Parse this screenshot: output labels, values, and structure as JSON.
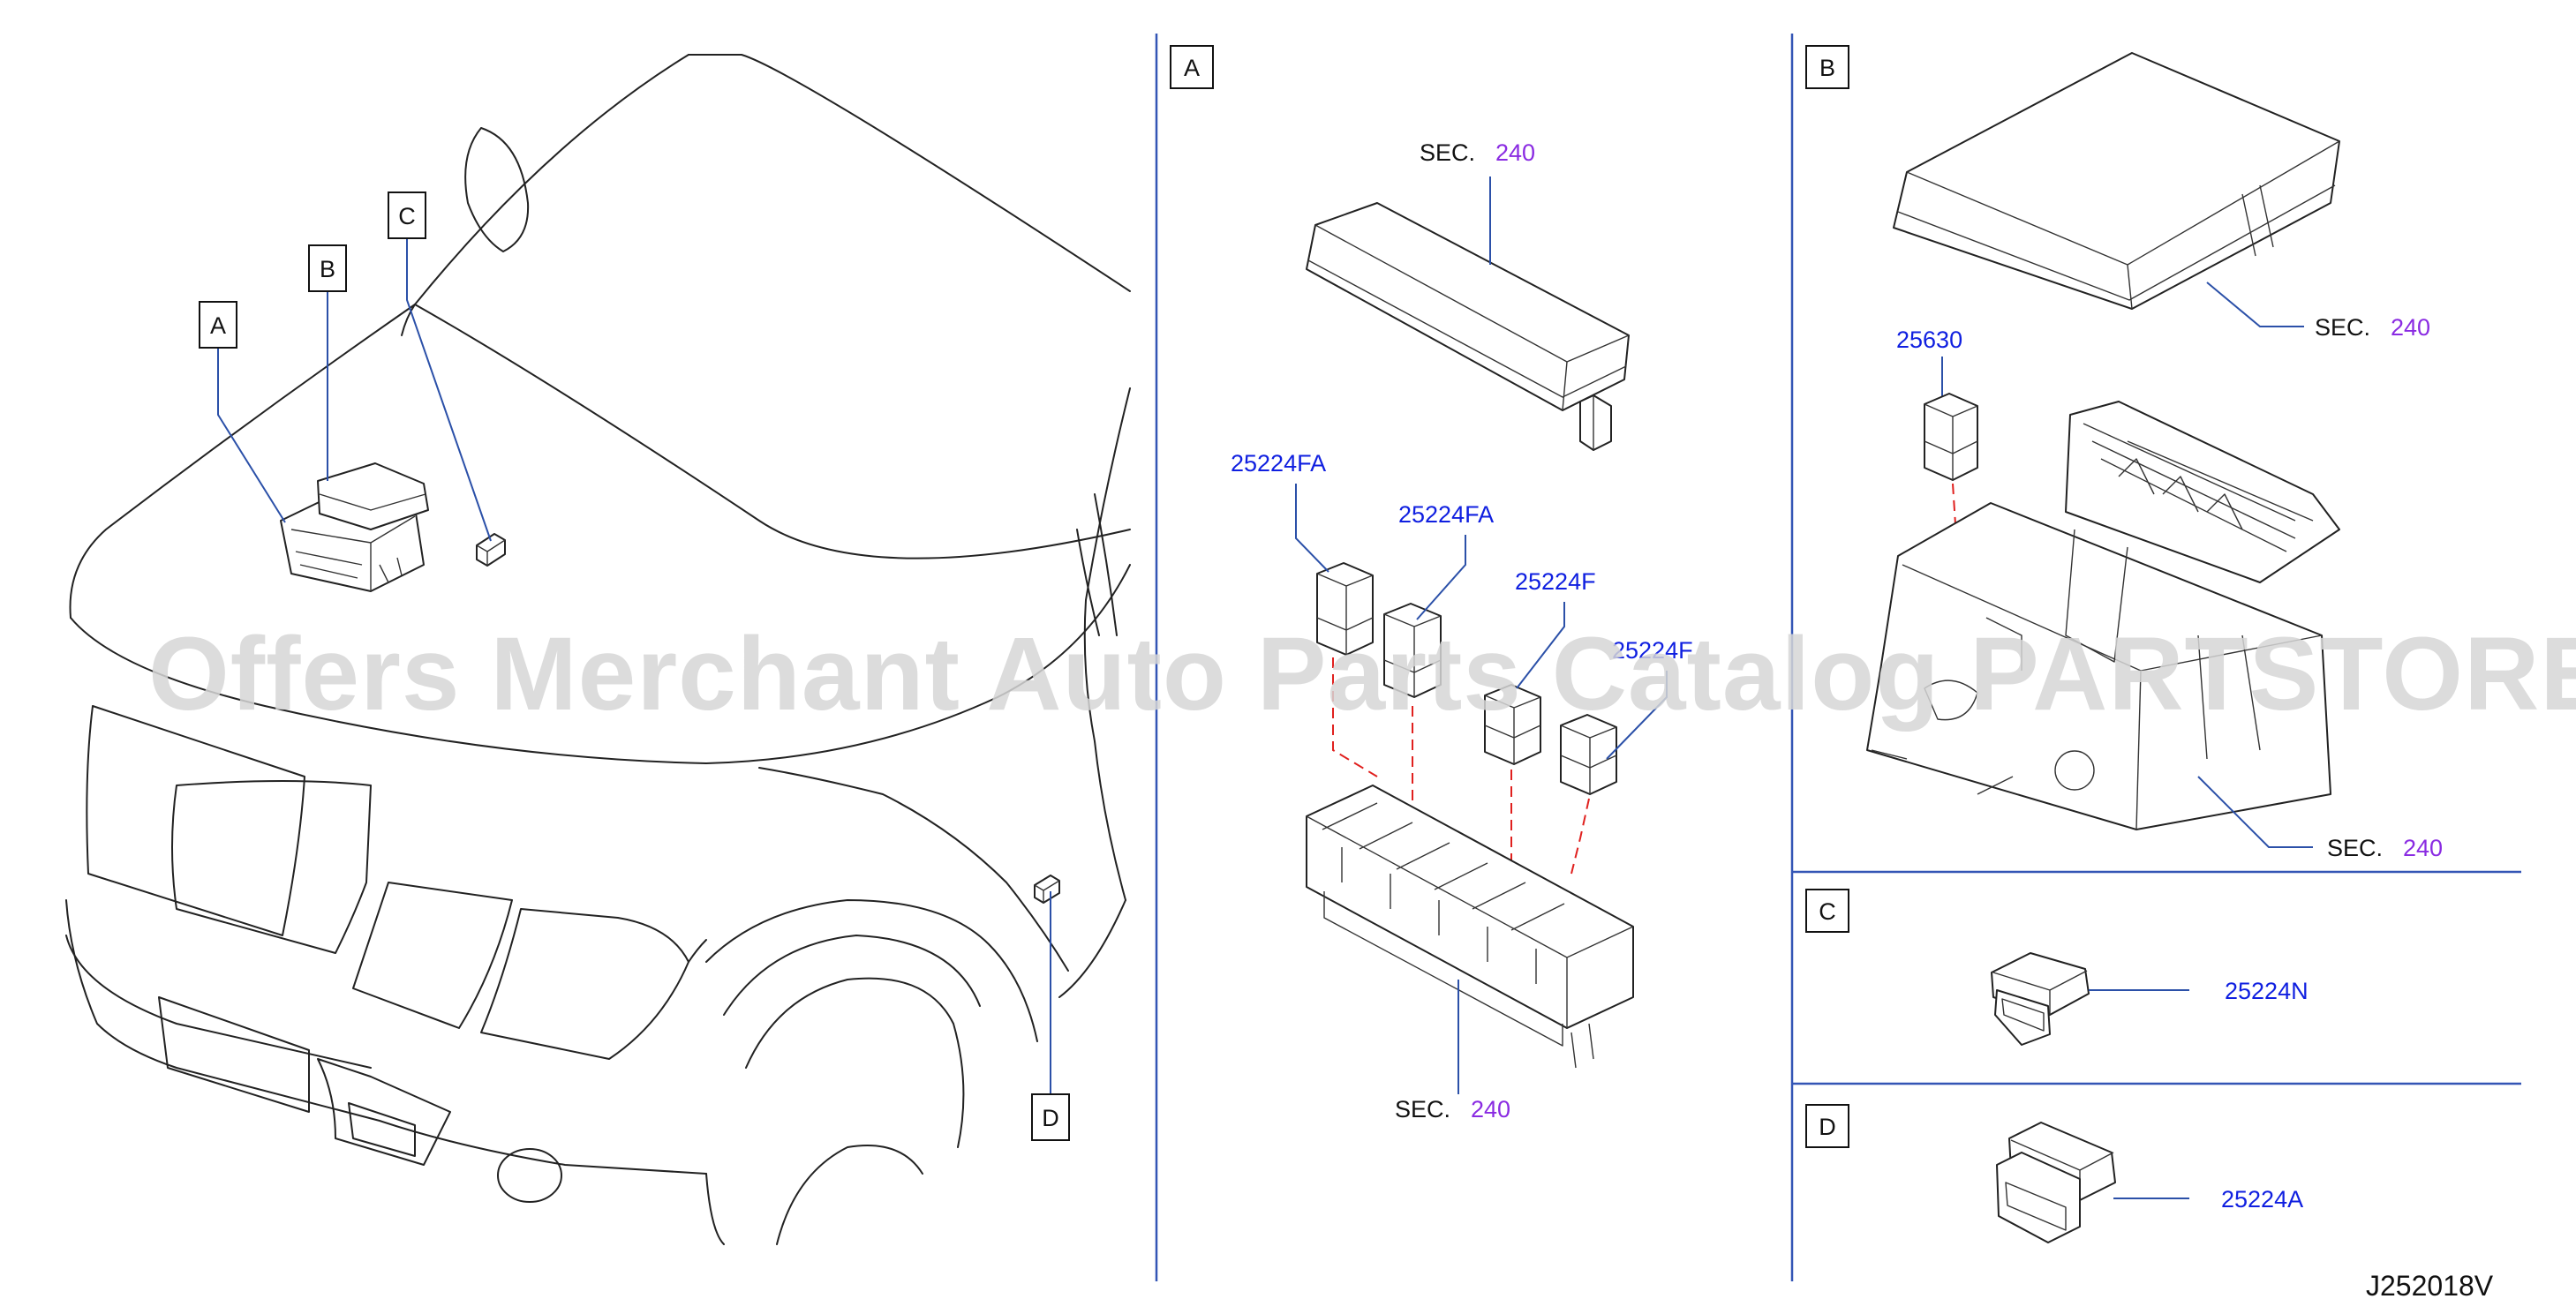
{
  "watermark": "Offers Merchant Auto Parts Catalog PARTSTORE.SA",
  "overview": {
    "callouts": [
      "A",
      "B",
      "C",
      "D"
    ]
  },
  "panel_a": {
    "label": "A",
    "sec_top": {
      "prefix": "SEC.",
      "number": "240"
    },
    "sec_bottom": {
      "prefix": "SEC.",
      "number": "240"
    },
    "parts": [
      "25224FA",
      "25224FA",
      "25224F",
      "25224F"
    ]
  },
  "panel_b": {
    "label": "B",
    "sec_top": {
      "prefix": "SEC.",
      "number": "240"
    },
    "sec_bottom": {
      "prefix": "SEC.",
      "number": "240"
    },
    "parts": [
      "25630"
    ]
  },
  "panel_c": {
    "label": "C",
    "part": "25224N"
  },
  "panel_d": {
    "label": "D",
    "part": "25224A"
  },
  "diagram_code": "J252018V",
  "colors": {
    "part_number": "#0f1fe0",
    "section_number": "#8a2be2",
    "leader_line": "#2b50a8",
    "divider": "#3355b5",
    "dashed_link": "#e0201e"
  }
}
